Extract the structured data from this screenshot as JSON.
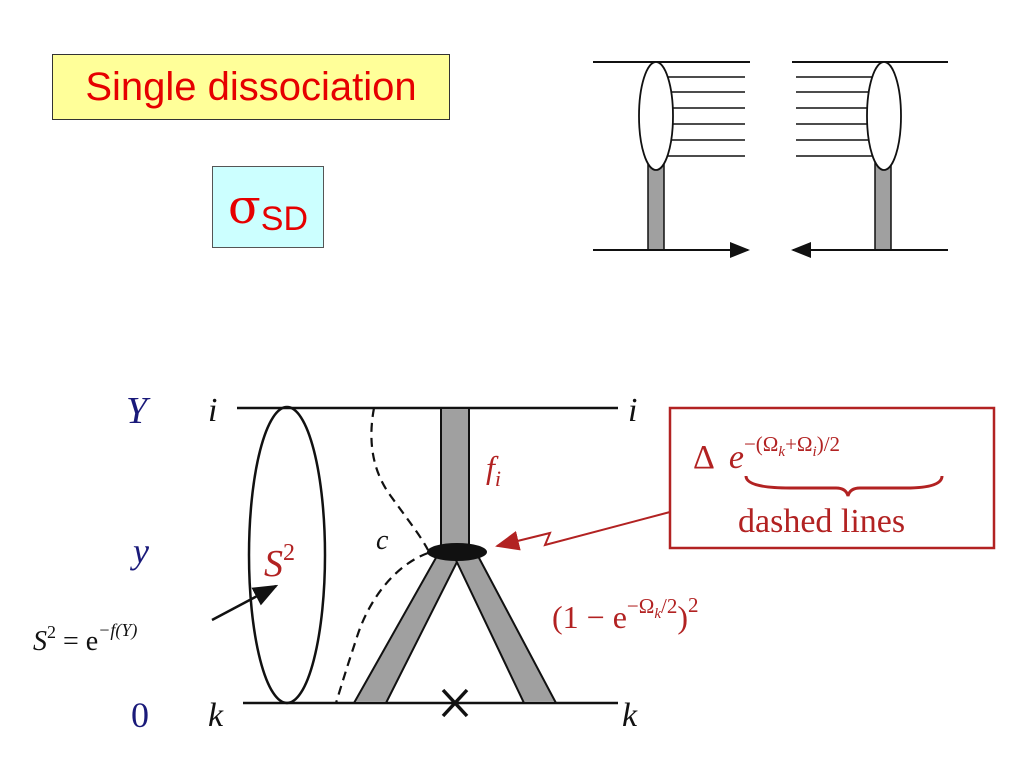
{
  "title": "Single dissociation",
  "sigma": {
    "symbol": "σ",
    "subscript": "SD"
  },
  "labels": {
    "Y": "Y",
    "y": "y",
    "zero": "0",
    "i_left": "i",
    "i_right": "i",
    "k_left": "k",
    "k_right": "k",
    "c": "c",
    "f": "f",
    "f_sub": "i",
    "S_base": "S",
    "S_exp": "2"
  },
  "s2_formula": {
    "lhs_base": "S",
    "lhs_exp": "2",
    "equals": " = e",
    "exponent": "−f(Y)"
  },
  "suppression_formula": {
    "open": "(1 − e",
    "exponent": "−Ω",
    "exp_sub": "k",
    "exp_tail": "/2",
    "close": ")",
    "power": "2"
  },
  "annotation_box": {
    "delta": "Δ",
    "base": "e",
    "exponent_pre": "−(Ω",
    "exponent_sub1": "k",
    "exponent_mid": "+Ω",
    "exponent_sub2": "i",
    "exponent_post": ")/2",
    "caption": "dashed lines"
  },
  "colors": {
    "accent_red": "#e60000",
    "annotation_red": "#b22222",
    "axis_label_blue": "#1a1a7a",
    "pomeron_gray": "#a0a0a0",
    "title_bg": "#ffff99",
    "sigma_bg": "#ccffff"
  }
}
